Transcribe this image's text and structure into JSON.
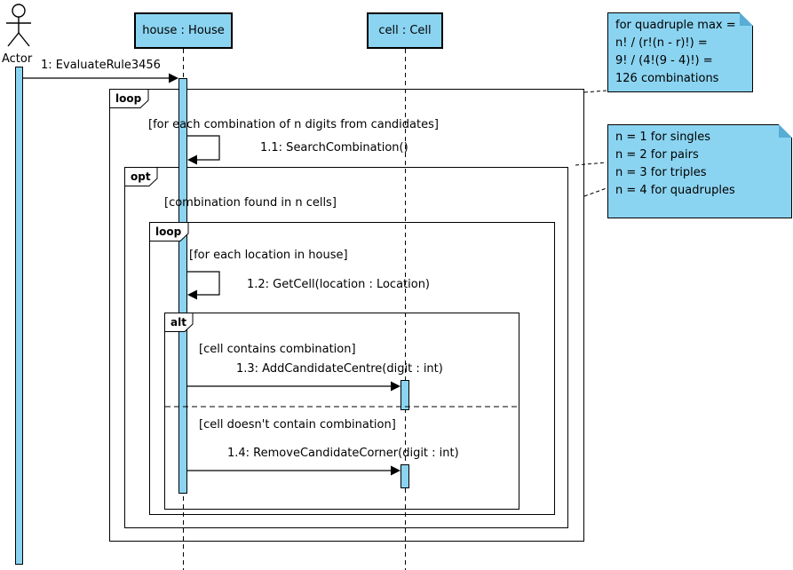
{
  "diagram": {
    "actor": {
      "label": "Actor"
    },
    "lifelines": {
      "house": {
        "label": "house : House"
      },
      "cell": {
        "label": "cell : Cell"
      }
    },
    "messages": {
      "m1": {
        "label": "1: EvaluateRule3456"
      },
      "m1_1": {
        "label": "1.1: SearchCombination()"
      },
      "m1_2": {
        "label": "1.2: GetCell(location : Location)"
      },
      "m1_3": {
        "label": "1.3: AddCandidateCentre(digit : int)"
      },
      "m1_4": {
        "label": "1.4: RemoveCandidateCorner(digit : int)"
      }
    },
    "fragments": {
      "loop_outer": {
        "operator": "loop",
        "guard": "[for each combination of n digits from candidates]"
      },
      "opt": {
        "operator": "opt",
        "guard": "[combination found in n cells]"
      },
      "loop_inner": {
        "operator": "loop",
        "guard": "[for each location in house]"
      },
      "alt": {
        "operator": "alt",
        "guard_top": "[cell contains combination]",
        "guard_bottom": "[cell doesn't contain combination]"
      }
    },
    "notes": {
      "combinations": {
        "text": "for quadruple max =\nn! / (r!(n - r)!) =\n9! / (4!(9 - 4)!) =\n126 combinations"
      },
      "n_values": {
        "text": "n = 1 for singles\nn = 2 for pairs\nn = 3 for triples\nn = 4 for quadruples"
      }
    },
    "colors": {
      "shape_fill": "#8BD4F1",
      "shape_border": "#000000",
      "note_fold": "#57ADD3"
    }
  }
}
